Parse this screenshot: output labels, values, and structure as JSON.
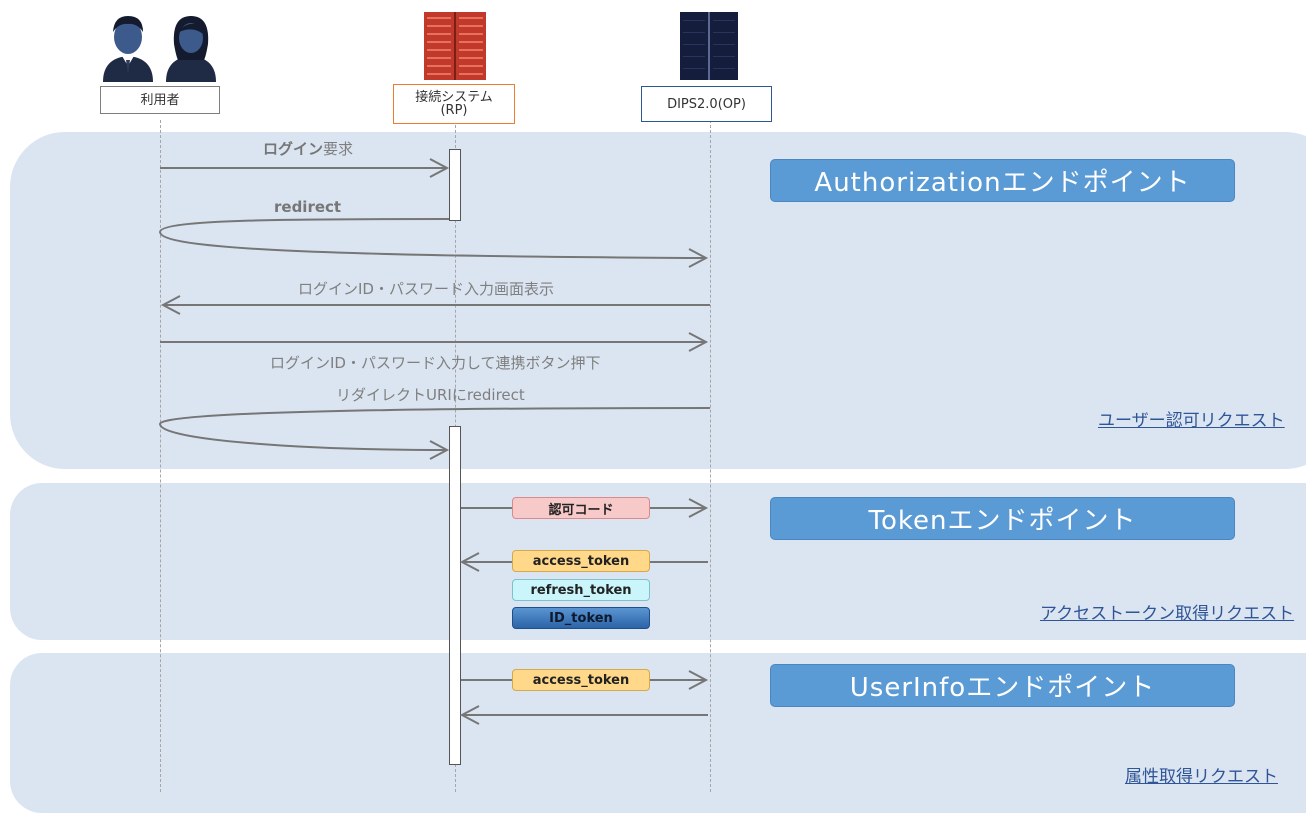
{
  "actors": {
    "user": "利用者",
    "rp_line1": "接続システム",
    "rp_line2": "(RP)",
    "op": "DIPS2.0(OP)"
  },
  "endpoints": {
    "authorization": "Authorizationエンドポイント",
    "token": "Tokenエンドポイント",
    "userinfo": "UserInfoエンドポイント"
  },
  "phases": {
    "auth_request": "ユーザー認可リクエスト",
    "token_request": "アクセストークン取得リクエスト",
    "userinfo_request": "属性取得リクエスト"
  },
  "messages": {
    "login_request_bold": "ログイン",
    "login_request_rest": "要求",
    "redirect": "redirect",
    "login_screen": "ログインID・パスワード入力画面表示",
    "login_submit": "ログインID・パスワード入力して連携ボタン押下",
    "redirect_uri": "リダイレクトURIにredirect"
  },
  "tokens": {
    "auth_code": "認可コード",
    "access_token": "access_token",
    "refresh_token": "refresh_token",
    "id_token": "ID_token",
    "access_token_2": "access_token"
  },
  "colors": {
    "panel": "#dbe5f1",
    "endpoint": "#5b9bd5",
    "phase_link": "#2f5597",
    "auth_code_bg": "#f8c9c9",
    "access_token_bg": "#ffd88a",
    "refresh_token_bg": "#c9f5fb",
    "id_token_bg": "#3d78b8",
    "rp_border": "#ed7d31",
    "op_border": "#2f5597"
  },
  "icons": [
    "male-user-icon",
    "female-user-icon",
    "red-server-icon",
    "dark-server-icon"
  ]
}
